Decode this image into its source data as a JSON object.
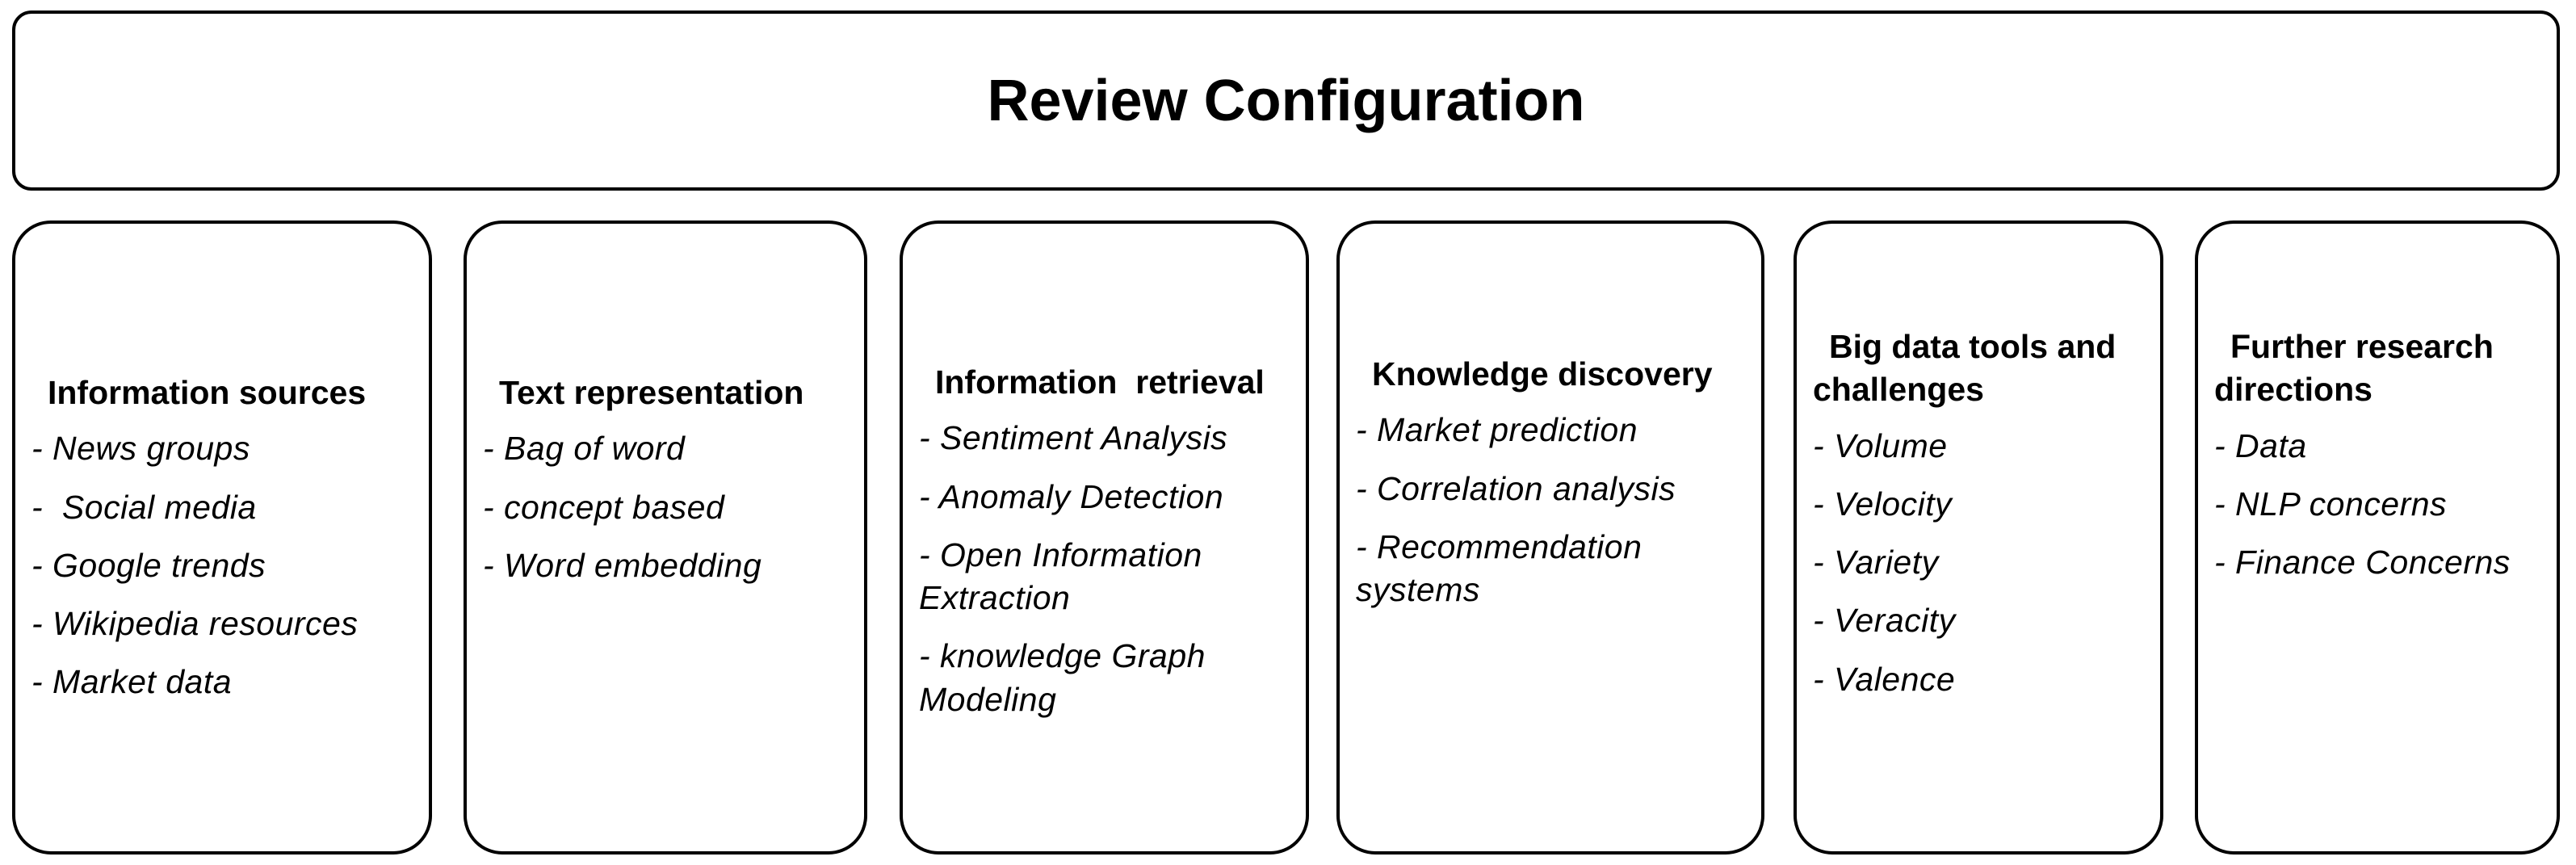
{
  "title": "Review Configuration",
  "colors": {
    "background": "#ffffff",
    "border": "#000000",
    "text": "#000000"
  },
  "columns": [
    {
      "heading": "Information sources",
      "items": [
        "- News groups",
        "-  Social media",
        "- Google trends",
        "- Wikipedia resources",
        "- Market data"
      ]
    },
    {
      "heading": "Text representation",
      "items": [
        "- Bag of word",
        "- concept based",
        "- Word embedding"
      ]
    },
    {
      "heading": "Information  retrieval",
      "items": [
        "- Sentiment Analysis",
        "- Anomaly Detection",
        "- Open Information Extraction",
        "- knowledge Graph Modeling"
      ]
    },
    {
      "heading": "Knowledge discovery",
      "items": [
        "- Market prediction",
        "- Correlation analysis",
        "- Recommendation systems"
      ]
    },
    {
      "heading": "Big data tools and challenges",
      "items": [
        "- Volume",
        "- Velocity",
        "- Variety",
        "- Veracity",
        "- Valence"
      ]
    },
    {
      "heading": "Further research directions",
      "items": [
        "- Data",
        "- NLP concerns",
        "- Finance Concerns"
      ]
    }
  ]
}
